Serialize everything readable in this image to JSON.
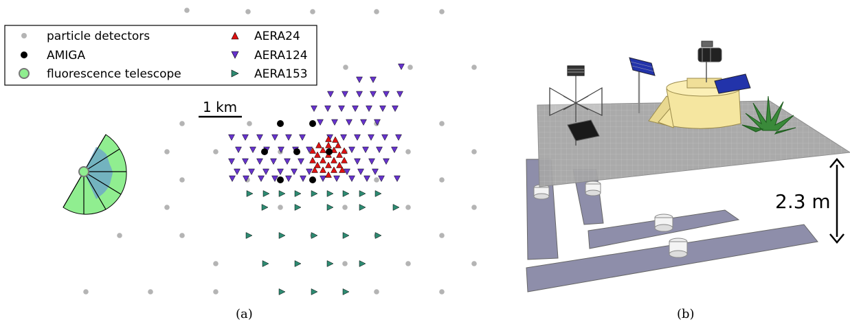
{
  "legend": {
    "particle_detectors": "particle detectors",
    "amiga": "AMIGA",
    "fluorescence_telescope": "fluorescence telescope",
    "aera24": "AERA24",
    "aera124": "AERA124",
    "aera153": "AERA153"
  },
  "scale_bar_label": "1 km",
  "height_label": "2.3 m",
  "caption_a": "(a)",
  "caption_b": "(b)",
  "colors": {
    "particle_detector": "#b4b4b4",
    "amiga": "#000000",
    "fluorescence_fill": "#90ee90",
    "fluorescence_inner": "#6fa8c8",
    "aera24": "#dd1111",
    "aera124": "#6633cc",
    "aera153": "#2e8b72",
    "ground_plane": "#a8a8a8",
    "buried_slab": "#8e8eaa",
    "station_building": "#f5e6a0"
  }
}
